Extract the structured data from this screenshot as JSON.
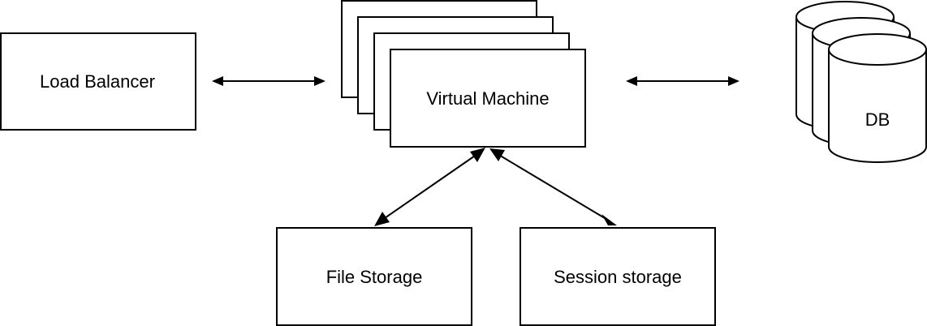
{
  "diagram": {
    "nodes": {
      "load_balancer": {
        "label": "Load Balancer"
      },
      "virtual_machine": {
        "label": "Virtual Machine"
      },
      "db": {
        "label": "DB"
      },
      "file_storage": {
        "label": "File Storage"
      },
      "session_storage": {
        "label": "Session storage"
      }
    },
    "edges": [
      {
        "from": "load_balancer",
        "to": "virtual_machine",
        "direction": "bidirectional"
      },
      {
        "from": "virtual_machine",
        "to": "db",
        "direction": "bidirectional"
      },
      {
        "from": "virtual_machine",
        "to": "file_storage",
        "direction": "bidirectional"
      },
      {
        "from": "virtual_machine",
        "to": "session_storage",
        "direction": "bidirectional"
      }
    ],
    "colors": {
      "stroke": "#000000",
      "fill": "#ffffff",
      "text": "#000000"
    }
  }
}
